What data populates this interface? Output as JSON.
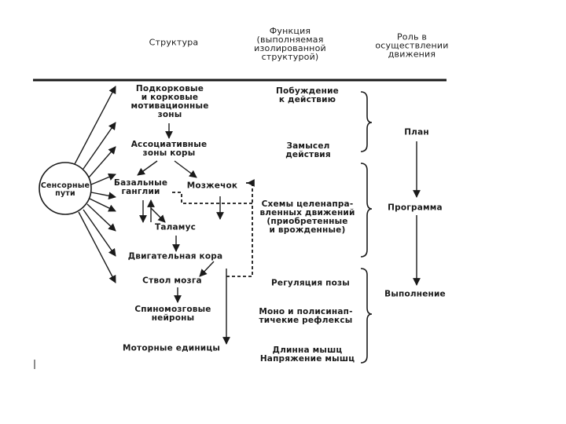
{
  "headers": {
    "structure": "Структура",
    "function": "Функция\n(выполняемая\nизолированной\nструктурой)",
    "role": "Роль в\nосуществлении\nдвижения"
  },
  "sensory": "Сенсорные\nпути",
  "structures": {
    "subcortical": "Подкорковые\nи корковые\nмотивационные\nзоны",
    "associative": "Ассоциативные\nзоны коры",
    "basal": "Базальные\nганглии",
    "cerebellum": "Мозжечок",
    "thalamus": "Таламус",
    "motor_cortex": "Двигательная кора",
    "brainstem": "Ствол мозга",
    "spinal": "Спиномозговые\nнейроны",
    "motor_units": "Моторные единицы"
  },
  "functions": {
    "urge": "Побуждение\nк действию",
    "intent": "Замысел\nдействия",
    "schemes": "Схемы целенапра-\nвленных движений\n(приобретенные\nи врожденные)",
    "posture": "Регуляция позы",
    "reflexes": "Моно и полисинап-\nтичекие рефлексы",
    "muscle": "Длинна мышц\nНапряжение мышц"
  },
  "roles": {
    "plan": "План",
    "program": "Программа",
    "execution": "Выполнение"
  },
  "colors": {
    "ink": "#1a1a1a",
    "background": "#ffffff"
  }
}
